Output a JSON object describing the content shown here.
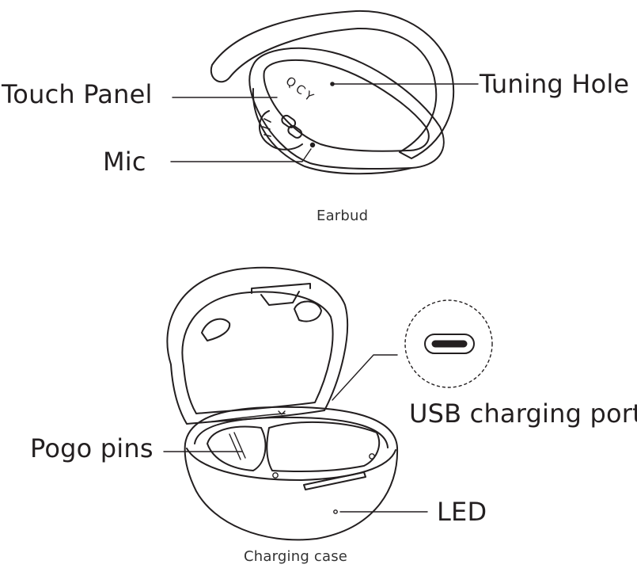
{
  "earbud": {
    "caption": "Earbud",
    "brand": "QCY",
    "labels": {
      "touch_panel": "Touch Panel",
      "tuning_hole": "Tuning Hole",
      "mic": "Mic"
    }
  },
  "case": {
    "caption": "Charging case",
    "labels": {
      "usb_port": "USB charging port",
      "pogo_pins": "Pogo pins",
      "led": "LED"
    }
  },
  "colors": {
    "line": "#231f20",
    "background": "#ffffff"
  }
}
